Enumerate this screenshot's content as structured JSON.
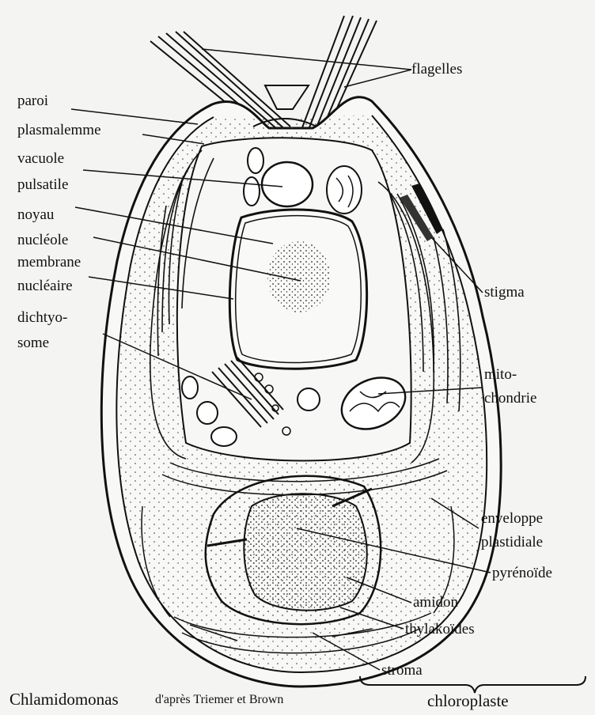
{
  "labels": {
    "flagelles": "flagelles",
    "paroi": "paroi",
    "plasmalemme": "plasmalemme",
    "vacuole": "vacuole",
    "pulsatile": "pulsatile",
    "noyau": "noyau",
    "nucleole": "nucléole",
    "membrane": "membrane",
    "nucleaire": "nucléaire",
    "dichtyo": "dichtyo-",
    "some": "some",
    "stigma": "stigma",
    "mito": "mito-",
    "chondrie": "chondrie",
    "enveloppe": "enveloppe",
    "plastidiale": "plastidiale",
    "pyrenoide": "pyrénoïde",
    "amidon": "amidon",
    "thylakoides": "thylakoïdes",
    "stroma": "stroma"
  },
  "caption": {
    "organism": "Chlamidomonas",
    "source": "d'après Triemer et Brown",
    "chloroplaste": "chloroplaste"
  }
}
